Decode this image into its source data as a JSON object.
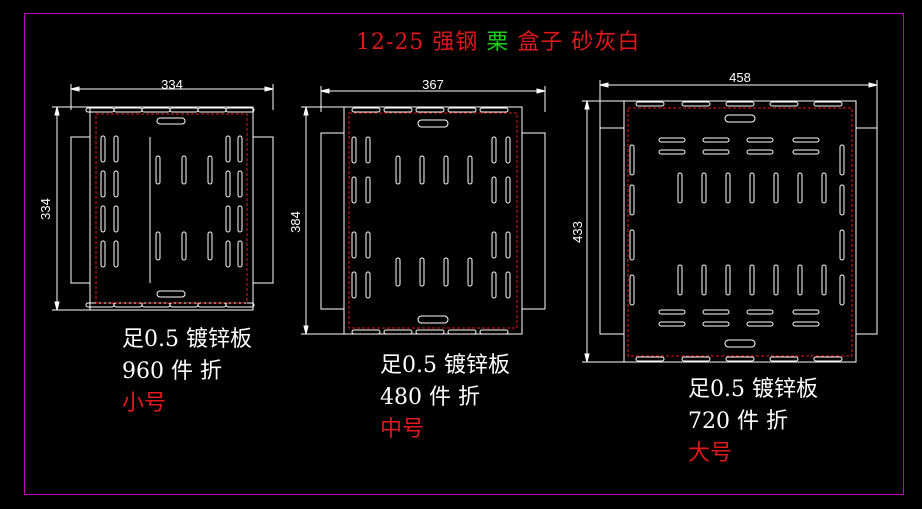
{
  "title": {
    "part1": "12-25 强钢",
    "part2": "栗",
    "part3": "盒子 砂灰白"
  },
  "colors": {
    "background": "#000000",
    "frame": "#c000c0",
    "outline": "#ffffff",
    "red": "#e01818",
    "green": "#19d119"
  },
  "boxes": [
    {
      "width_dim": "334",
      "height_dim": "334",
      "material": "足0.5 镀锌板",
      "spec": "960 件 折",
      "size": "小号"
    },
    {
      "width_dim": "367",
      "height_dim": "384",
      "material": "足0.5 镀锌板",
      "spec": "480 件 折",
      "size": "中号"
    },
    {
      "width_dim": "458",
      "height_dim": "433",
      "material": "足0.5 镀锌板",
      "spec": "720 件 折",
      "size": "大号"
    }
  ]
}
